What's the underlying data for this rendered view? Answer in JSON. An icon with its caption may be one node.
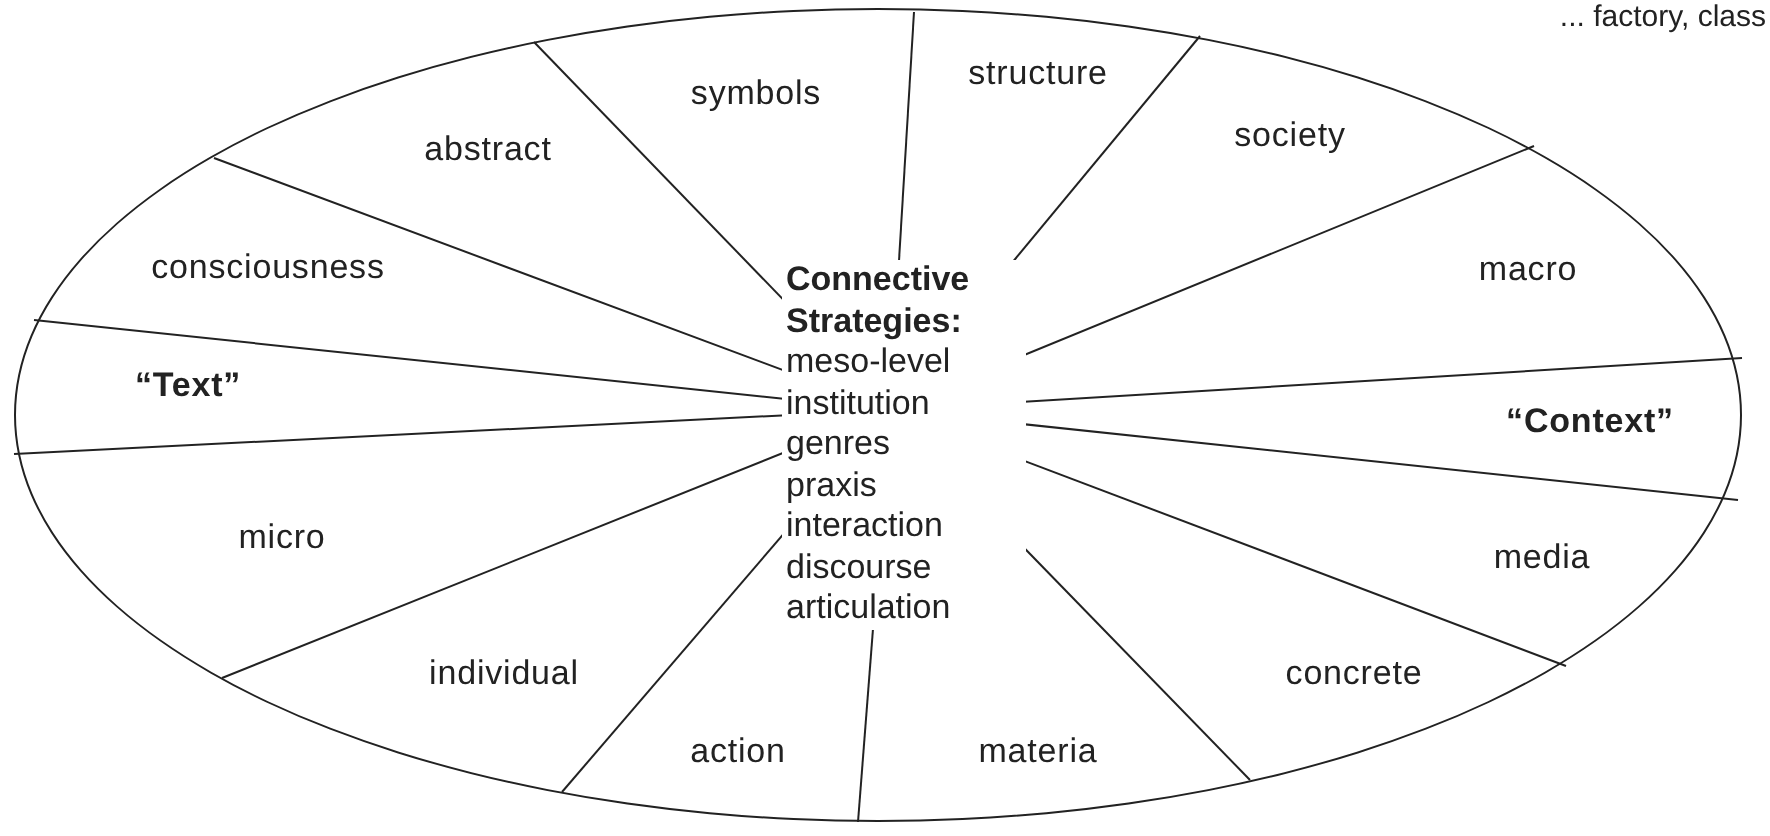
{
  "diagram": {
    "nodes": [
      {
        "text": [],
        "shape": "ellipse"
      },
      {
        "text": [
          "symbols"
        ],
        "in": 0
      },
      {
        "text": [
          "structure"
        ],
        "in": 0
      },
      {
        "text": [
          "abstract"
        ],
        "in": 0
      },
      {
        "text": [
          "society"
        ],
        "in": 0
      },
      {
        "text": [
          "consciousness"
        ],
        "in": 0
      },
      {
        "text": [
          "macro"
        ],
        "in": 0
      },
      {
        "text": [
          "Connective Strategies:",
          "meso-level",
          "institution",
          "genres",
          "praxis",
          "interaction",
          "discourse",
          "articulation"
        ],
        "in": 0
      },
      {
        "text": [
          "“Text”"
        ],
        "in": 0
      },
      {
        "text": [
          "“Context”"
        ],
        "in": 0
      },
      {
        "text": [
          "micro"
        ],
        "in": 0
      },
      {
        "text": [
          "media"
        ],
        "in": 0
      },
      {
        "text": [
          "individual"
        ],
        "in": 0
      },
      {
        "text": [
          "concrete"
        ],
        "in": 0
      },
      {
        "text": [
          "action"
        ],
        "in": 0
      },
      {
        "text": [
          "materia"
        ],
        "in": 0
      }
    ],
    "labels": [
      "... factory, class"
    ]
  }
}
